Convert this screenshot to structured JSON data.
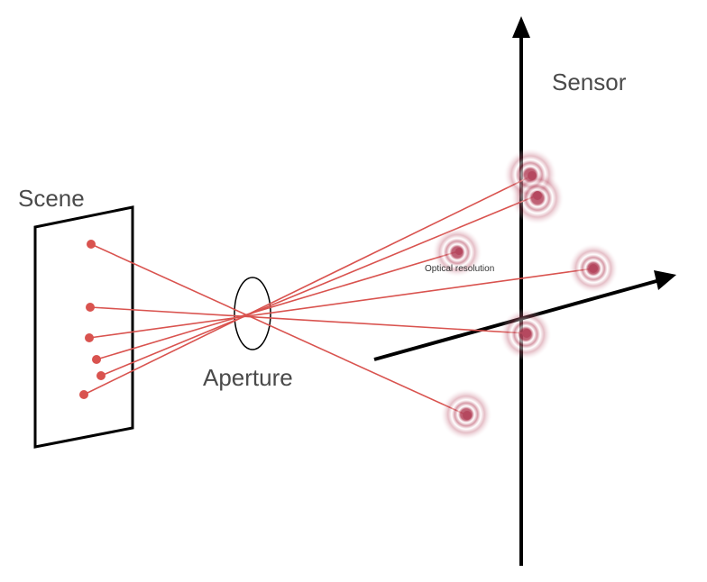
{
  "labels": {
    "scene": "Scene",
    "aperture": "Aperture",
    "sensor": "Sensor",
    "optical_resolution": "Optical resolution"
  },
  "colors": {
    "ray": "#d9534f",
    "point": "#d9534f",
    "blur_ring": "#b5485f",
    "axis": "#000000",
    "text": "#4a4a4a"
  }
}
